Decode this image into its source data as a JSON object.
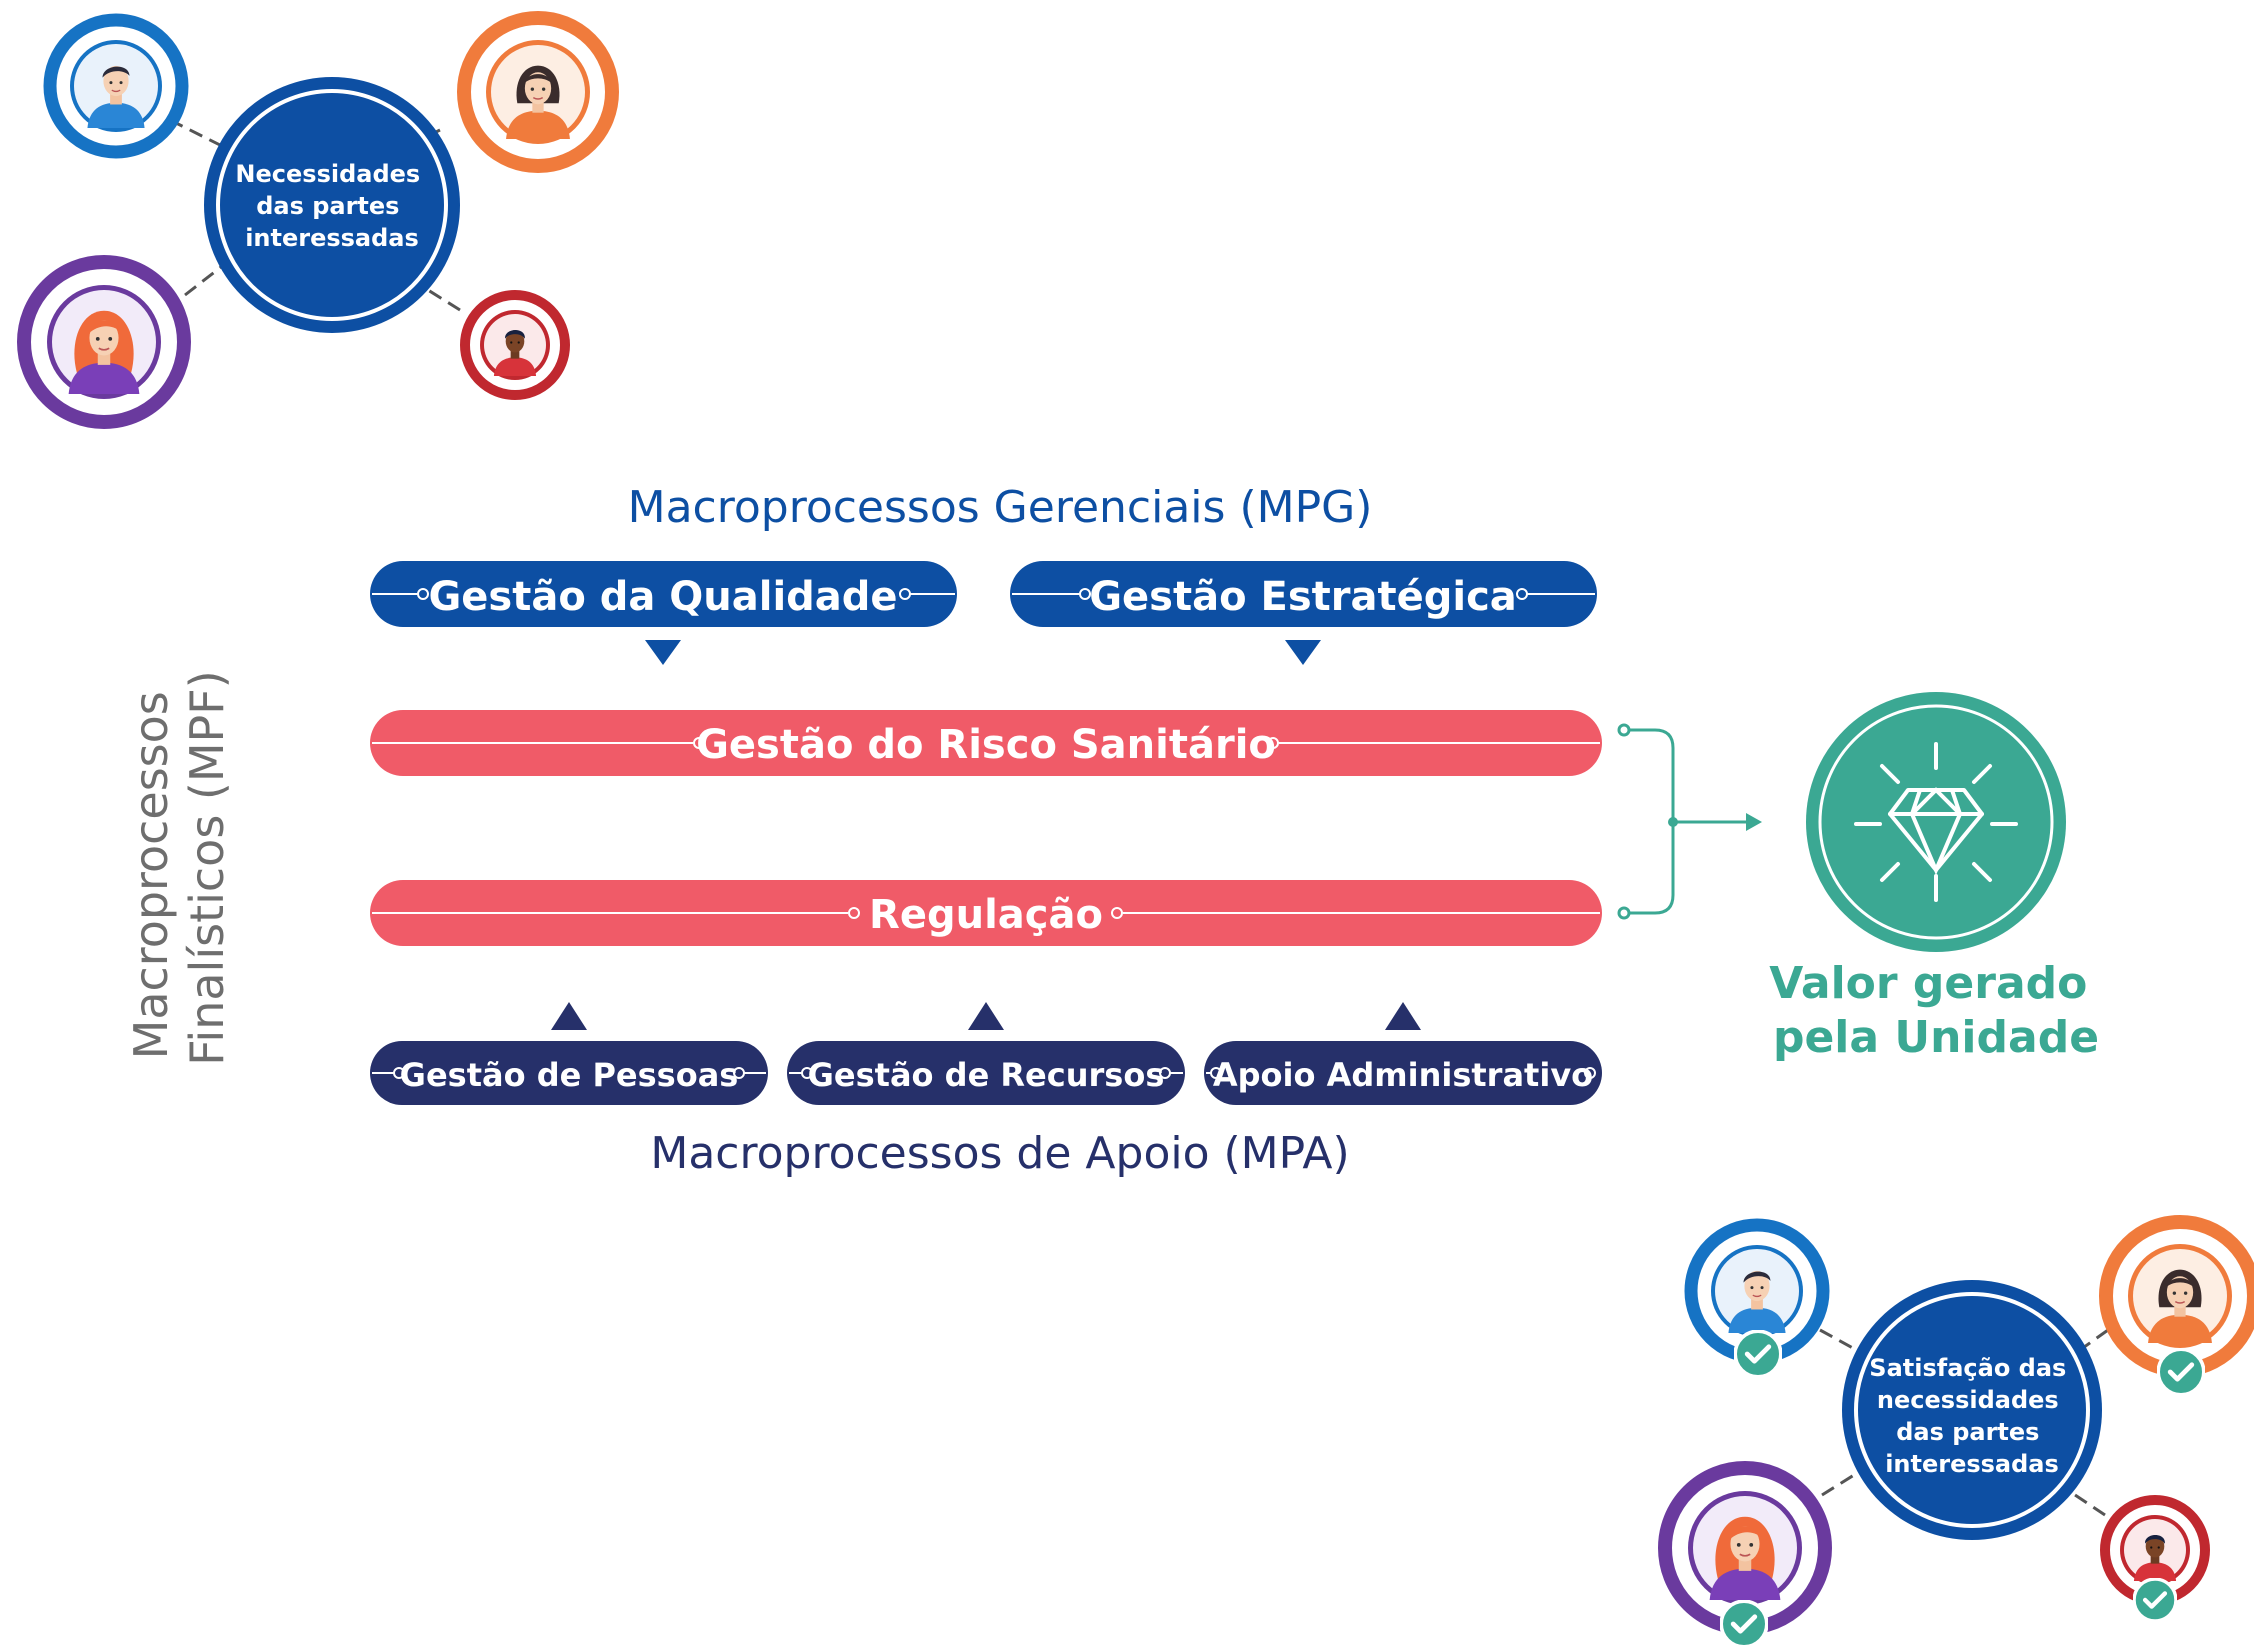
{
  "top_cluster": {
    "hub_lines": [
      "Necessidades",
      "das partes",
      "interessadas"
    ]
  },
  "bottom_cluster": {
    "hub_lines": [
      "Satisfação das",
      "necessidades",
      "das partes",
      "interessadas"
    ]
  },
  "mpg": {
    "title": "Macroprocessos Gerenciais (MPG)",
    "items": [
      "Gestão da Qualidade",
      "Gestão Estratégica"
    ]
  },
  "mpf": {
    "title_lines": [
      "Macroprocessos",
      "Finalísticos (MPF)"
    ],
    "items": [
      "Gestão do Risco Sanitário",
      "Regulação"
    ]
  },
  "mpa": {
    "title": "Macroprocessos de Apoio (MPA)",
    "items": [
      "Gestão de Pessoas",
      "Gestão de Recursos",
      "Apoio Administrativo"
    ]
  },
  "value": {
    "lines": [
      "Valor gerado",
      "pela Unidade"
    ]
  },
  "colors": {
    "blue": "#0d4fa3",
    "navy": "#26306a",
    "red": "#f05b68",
    "green": "#3ba893",
    "gray": "#6e6e6e",
    "person_blue": "#1673c4",
    "person_orange": "#f07b3c",
    "person_purple": "#6a3a9e",
    "person_red": "#c0282f"
  }
}
